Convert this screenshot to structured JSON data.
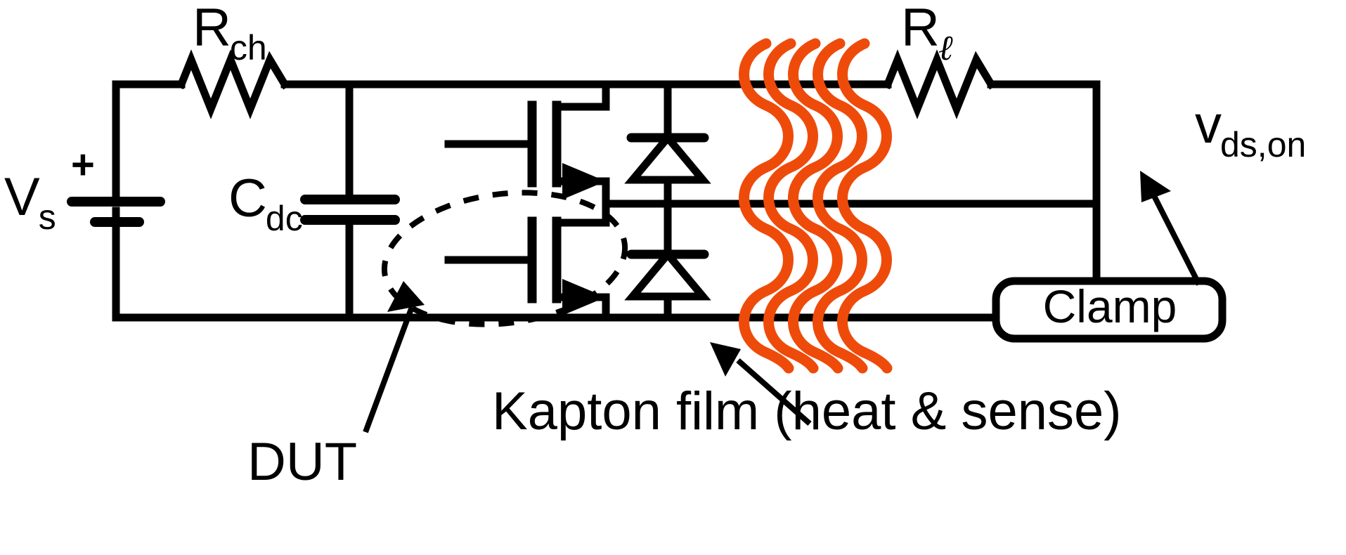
{
  "diagram": {
    "title": "Double-pulse / power-cycling test circuit with Kapton film heater-sensor",
    "type": "circuit-schematic",
    "background_color": "#ffffff",
    "wire_color": "#000000",
    "accent_color": "#ee4b0b"
  },
  "labels": {
    "source": {
      "symbol": "V",
      "subscript": "s",
      "polarity": "+"
    },
    "charge_resistor": {
      "symbol": "R",
      "subscript": "ch"
    },
    "dc_link_cap": {
      "symbol": "C",
      "subscript": "dc"
    },
    "load_resistor": {
      "symbol": "R",
      "subscript": "ℓ"
    },
    "dut": {
      "text": "DUT"
    },
    "kapton": {
      "text": "Kapton film (heat & sense)"
    },
    "clamp": {
      "text": "Clamp"
    },
    "vds_on": {
      "symbol": "v",
      "subscript": "ds,on"
    }
  },
  "components": [
    {
      "name": "voltage-source",
      "label": "Vs",
      "kind": "battery"
    },
    {
      "name": "charge-resistor",
      "label": "Rch",
      "kind": "resistor"
    },
    {
      "name": "dc-link-capacitor",
      "label": "Cdc",
      "kind": "capacitor"
    },
    {
      "name": "mosfet-high-side",
      "label": "",
      "kind": "mosfet"
    },
    {
      "name": "mosfet-low-side",
      "label": "",
      "kind": "mosfet"
    },
    {
      "name": "body-diode-high-side",
      "label": "",
      "kind": "diode"
    },
    {
      "name": "body-diode-low-side",
      "label": "",
      "kind": "diode"
    },
    {
      "name": "kapton-film",
      "label": "Kapton film (heat & sense)",
      "kind": "wavy-film",
      "strands": 5
    },
    {
      "name": "load-resistor",
      "label": "Rℓ",
      "kind": "resistor"
    },
    {
      "name": "clamp",
      "label": "Clamp",
      "kind": "rounded-box"
    }
  ],
  "annotations": [
    {
      "name": "dut-callout",
      "text": "DUT",
      "points_to": "dut-ellipse"
    },
    {
      "name": "kapton-callout",
      "text": "Kapton film (heat & sense)",
      "points_to": "kapton-film"
    },
    {
      "name": "vds-on-callout",
      "text": "vds,on",
      "points_to": "clamp"
    }
  ]
}
